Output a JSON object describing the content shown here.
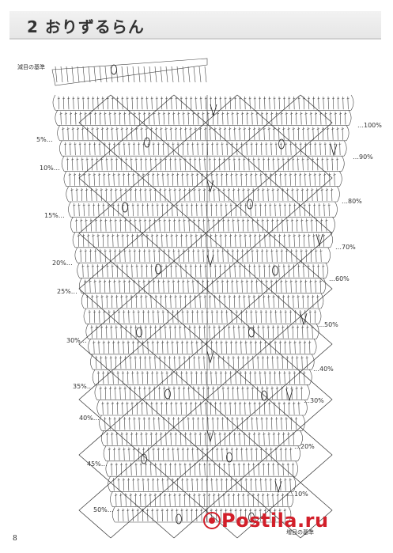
{
  "header": {
    "title": "2 おりずるらん"
  },
  "labels": {
    "top_reference": "減目の基準",
    "bottom_reference": "増目の基準"
  },
  "left_percents": [
    "5%…",
    "10%…",
    "15%…",
    "20%…",
    "25%…",
    "30%…",
    "35%…",
    "40%…",
    "45%…",
    "50%…"
  ],
  "right_percents": [
    "…100%",
    "…90%",
    "…80%",
    "…70%",
    "…60%",
    "…50%",
    "…40%",
    "…30%",
    "…20%",
    "…10%"
  ],
  "page_number": "8",
  "watermark": {
    "text": "Postila.ru",
    "color": "#d21f2a"
  }
}
